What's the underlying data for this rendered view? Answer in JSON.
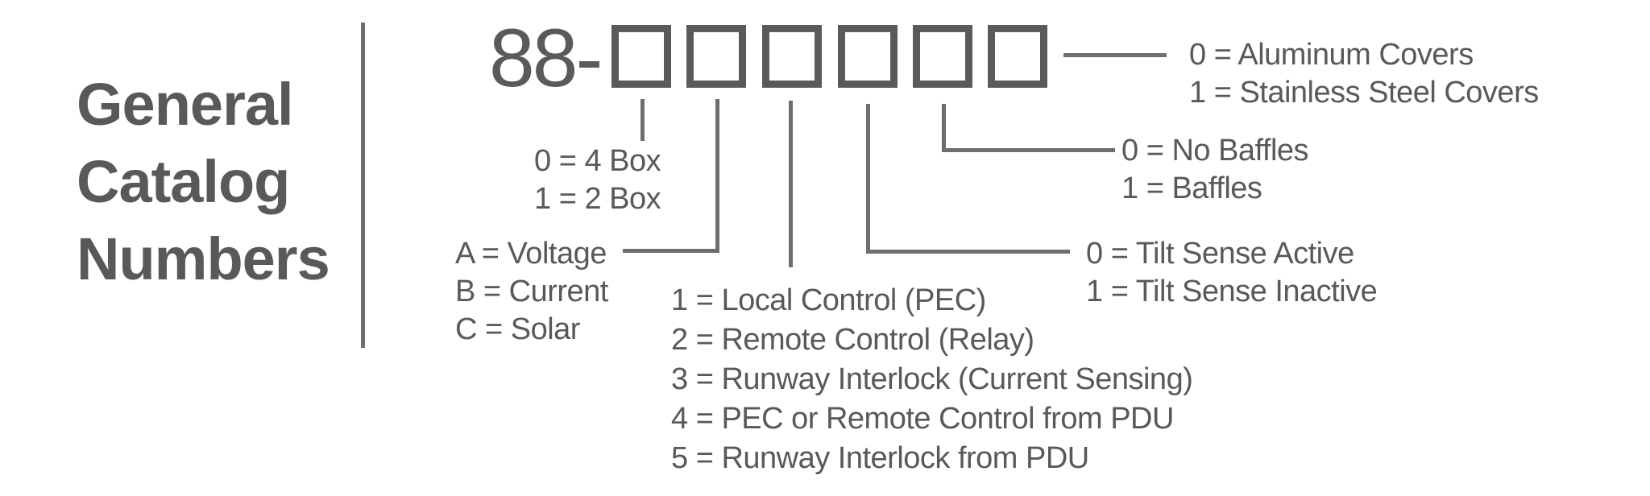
{
  "title": {
    "lines": [
      "General",
      "Catalog",
      "Numbers"
    ]
  },
  "catalog": {
    "prefix": "88-",
    "box_count": 6,
    "digits": [
      {
        "name": "box-configuration",
        "options": [
          "0 = 4 Box",
          "1 = 2 Box"
        ]
      },
      {
        "name": "sensing-type",
        "options": [
          "A = Voltage",
          "B = Current",
          "C = Solar"
        ]
      },
      {
        "name": "control-type",
        "options": [
          "1 = Local Control (PEC)",
          "2 = Remote Control (Relay)",
          "3 = Runway Interlock (Current Sensing)",
          "4 = PEC or Remote Control from PDU",
          "5 = Runway Interlock from PDU"
        ]
      },
      {
        "name": "tilt-sense",
        "options": [
          "0 = Tilt Sense Active",
          "1 = Tilt Sense Inactive"
        ]
      },
      {
        "name": "baffles",
        "options": [
          "0 = No Baffles",
          "1 = Baffles"
        ]
      },
      {
        "name": "covers",
        "options": [
          "0 = Aluminum Covers",
          "1 = Stainless Steel Covers"
        ]
      }
    ]
  },
  "colors": {
    "text": "#58595b",
    "box_border": "#595a5c",
    "connector_line": "#6d6e71",
    "background": "#ffffff"
  }
}
